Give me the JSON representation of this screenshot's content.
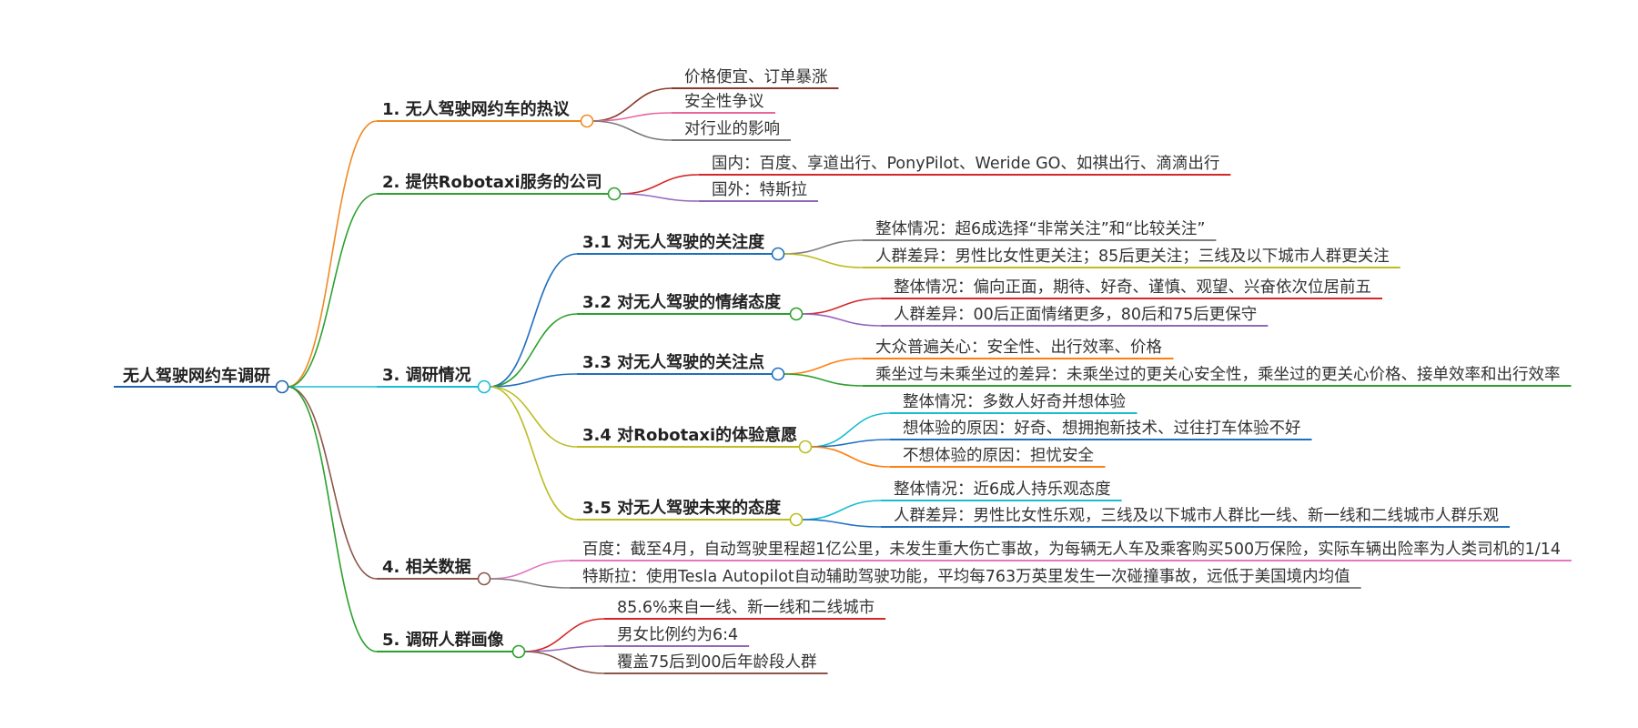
{
  "mindmap": {
    "root": {
      "label": "无人驾驶网约车调研",
      "color": "#1e64b4"
    },
    "branches": [
      {
        "id": "b1",
        "label": "1. 无人驾驶网约车的热议",
        "color": "#f08a24",
        "leaves": [
          {
            "label": "价格便宜、订单暴涨",
            "color": "#8b3a2a"
          },
          {
            "label": "安全性争议",
            "color": "#e8669e"
          },
          {
            "label": "对行业的影响",
            "color": "#7a7a7a"
          }
        ]
      },
      {
        "id": "b2",
        "label": "2. 提供Robotaxi服务的公司",
        "color": "#2ea02e",
        "leaves": [
          {
            "label": "国内：百度、享道出行、PonyPilot、Weride GO、如祺出行、滴滴出行",
            "color": "#d62728"
          },
          {
            "label": "国外：特斯拉",
            "color": "#9467bd"
          }
        ]
      },
      {
        "id": "b3",
        "label": "3. 调研情况",
        "color": "#17becf",
        "subs": [
          {
            "id": "s31",
            "label": "3.1 对无人驾驶的关注度",
            "color": "#1f6fbf",
            "leaves": [
              {
                "label": "整体情况：超6成选择“非常关注”和“比较关注”",
                "color": "#7f7f7f"
              },
              {
                "label": "人群差异：男性比女性更关注；85后更关注；三线及以下城市人群更关注",
                "color": "#bcbd22"
              }
            ]
          },
          {
            "id": "s32",
            "label": "3.2 对无人驾驶的情绪态度",
            "color": "#2ca02c",
            "leaves": [
              {
                "label": "整体情况：偏向正面，期待、好奇、谨慎、观望、兴奋依次位居前五",
                "color": "#d62728"
              },
              {
                "label": "人群差异：00后正面情绪更多，80后和75后更保守",
                "color": "#9467bd"
              }
            ]
          },
          {
            "id": "s33",
            "label": "3.3 对无人驾驶的关注点",
            "color": "#1f6fbf",
            "leaves": [
              {
                "label": "大众普遍关心：安全性、出行效率、价格",
                "color": "#ff7f0e"
              },
              {
                "label": "乘坐过与未乘坐过的差异：未乘坐过的更关心安全性，乘坐过的更关心价格、接单效率和出行效率",
                "color": "#2ca02c"
              }
            ]
          },
          {
            "id": "s34",
            "label": "3.4 对Robotaxi的体验意愿",
            "color": "#bcbd22",
            "leaves": [
              {
                "label": "整体情况：多数人好奇并想体验",
                "color": "#17becf"
              },
              {
                "label": "想体验的原因：好奇、想拥抱新技术、过往打车体验不好",
                "color": "#1f6fbf"
              },
              {
                "label": "不想体验的原因：担忧安全",
                "color": "#ff7f0e"
              }
            ]
          },
          {
            "id": "s35",
            "label": "3.5 对无人驾驶未来的态度",
            "color": "#bcbd22",
            "leaves": [
              {
                "label": "整体情况：近6成人持乐观态度",
                "color": "#17becf"
              },
              {
                "label": "人群差异：男性比女性乐观，三线及以下城市人群比一线、新一线和二线城市人群乐观",
                "color": "#1f6fbf"
              }
            ]
          }
        ]
      },
      {
        "id": "b4",
        "label": "4. 相关数据",
        "color": "#8c564b",
        "leaves": [
          {
            "label": "百度：截至4月，自动驾驶里程超1亿公里，未发生重大伤亡事故，为每辆无人车及乘客购买500万保险，实际车辆出险率为人类司机的1/14",
            "color": "#e377c2"
          },
          {
            "label": "特斯拉：使用Tesla Autopilot自动辅助驾驶功能，平均每763万英里发生一次碰撞事故，远低于美国境内均值",
            "color": "#7f7f7f"
          }
        ]
      },
      {
        "id": "b5",
        "label": "5. 调研人群画像",
        "color": "#2ca02c",
        "leaves": [
          {
            "label": "85.6%来自一线、新一线和二线城市",
            "color": "#d62728"
          },
          {
            "label": "男女比例约为6:4",
            "color": "#9467bd"
          },
          {
            "label": "覆盖75后到00后年龄段人群",
            "color": "#8c564b"
          }
        ]
      }
    ]
  }
}
